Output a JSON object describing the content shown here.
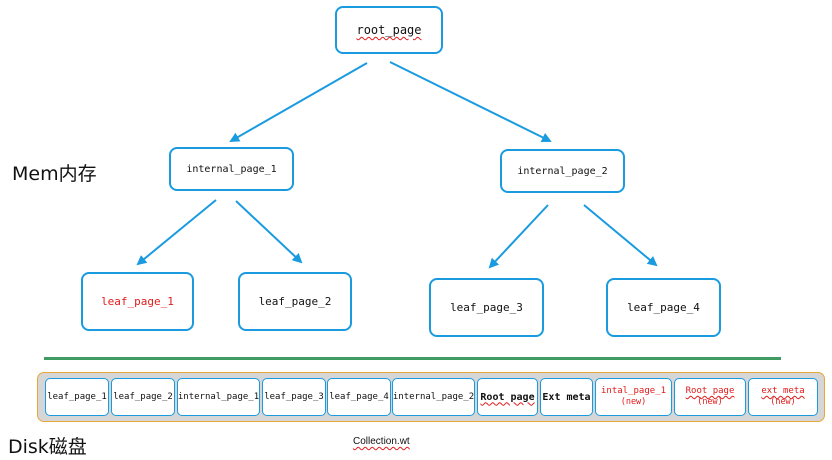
{
  "colors": {
    "node_border": "#1a9be0",
    "arrow": "#1a9be0",
    "highlight_text": "#e01b1b",
    "divider": "#3f9b62",
    "disk_bar_fill": "#d6d6d6",
    "disk_bar_border": "#e7a83a"
  },
  "labels": {
    "mem": "Mem内存",
    "disk": "Disk磁盘",
    "file": "Collection.wt"
  },
  "tree": {
    "root": "root_page",
    "internal_1": "internal_page_1",
    "internal_2": "internal_page_2",
    "leaf_1": "leaf_page_1",
    "leaf_2": "leaf_page_2",
    "leaf_3": "leaf_page_3",
    "leaf_4": "leaf_page_4"
  },
  "disk": {
    "cells": [
      {
        "label": "leaf_page_1"
      },
      {
        "label": "leaf_page_2"
      },
      {
        "label": "internal_page_1"
      },
      {
        "label": "leaf_page_3"
      },
      {
        "label": "leaf_page_4"
      },
      {
        "label": "internal_page_2"
      },
      {
        "label": "Root page"
      },
      {
        "label": "Ext meta"
      },
      {
        "label": "intal_page_1",
        "sub": "(new)"
      },
      {
        "label": "Root page",
        "sub": "(new)"
      },
      {
        "label": "ext meta",
        "sub": "(new)"
      }
    ]
  }
}
